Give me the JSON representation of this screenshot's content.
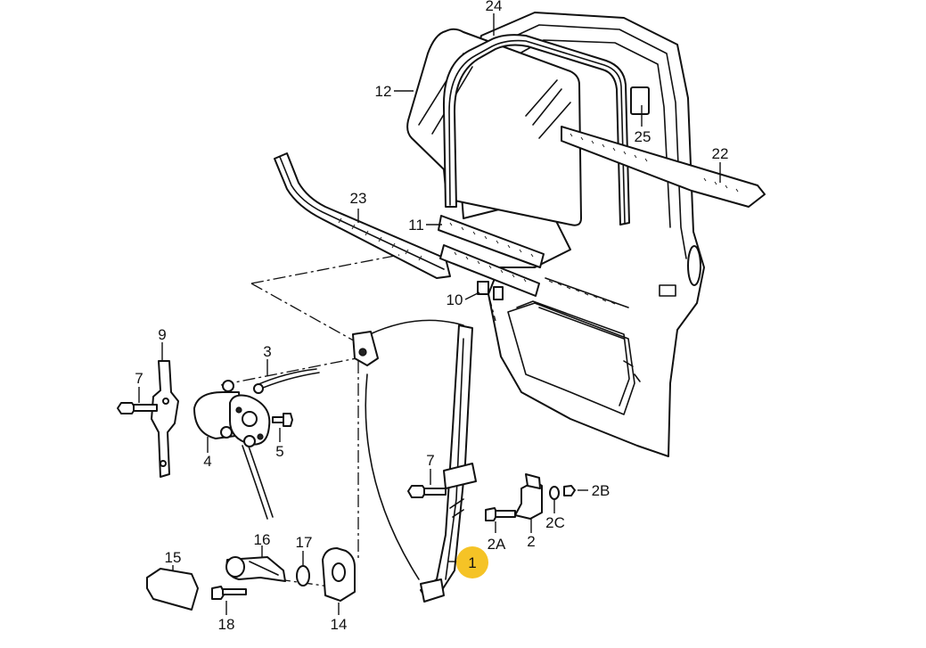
{
  "labels": {
    "l1": "1",
    "l2": "2",
    "l2a": "2A",
    "l2b": "2B",
    "l2c": "2C",
    "l3": "3",
    "l4": "4",
    "l5": "5",
    "l7a": "7",
    "l7b": "7",
    "l9": "9",
    "l10": "10",
    "l11": "11",
    "l12": "12",
    "l14": "14",
    "l15": "15",
    "l16": "16",
    "l17": "17",
    "l18": "18",
    "l22": "22",
    "l23": "23",
    "l24": "24",
    "l25": "25"
  },
  "highlight_color": "#f5c326"
}
